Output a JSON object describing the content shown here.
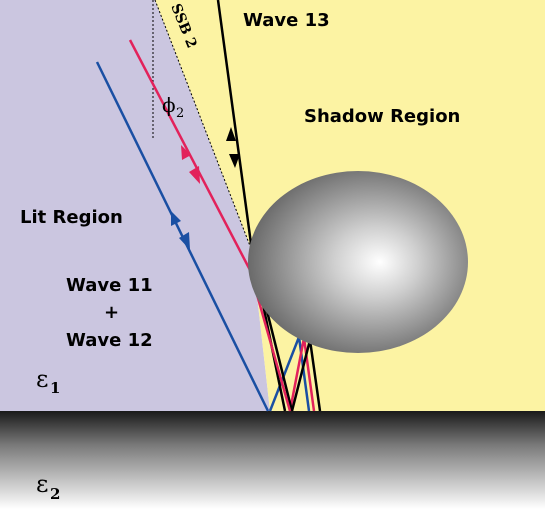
{
  "labels": {
    "wave13": "Wave 13",
    "shadow_region": "Shadow Region",
    "lit_region": "Lit  Region",
    "wave11": "Wave 11",
    "plus": "+",
    "wave12": "Wave 12",
    "ssb": "SSB 2",
    "phi": "ϕ",
    "phi_sub": "2",
    "eps1": "ε",
    "eps1_sub": "1",
    "eps2": "ε",
    "eps2_sub": "2"
  },
  "colors": {
    "lit_region": "#cbc6e0",
    "shadow_region": "#fcf3a3",
    "blue_wave": "#1a4fa3",
    "red_wave": "#e2225b",
    "black_wave": "#000000"
  }
}
